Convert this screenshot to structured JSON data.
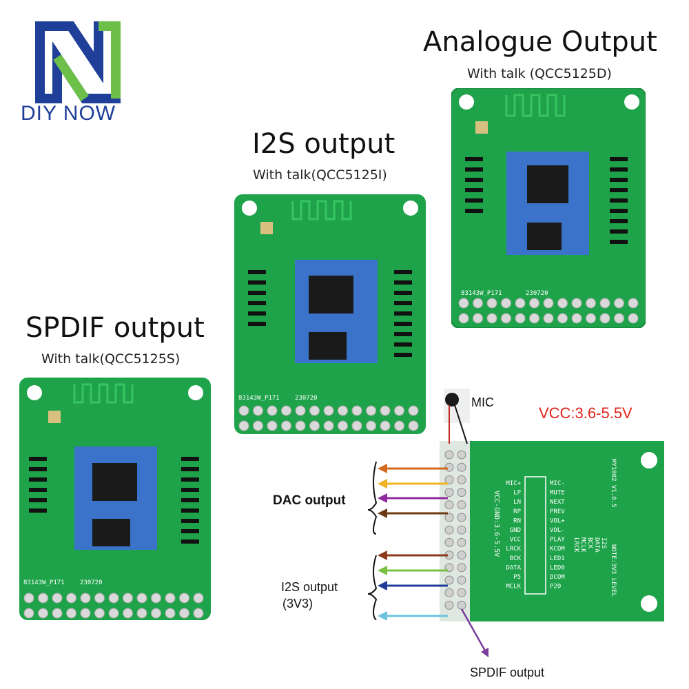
{
  "brand": {
    "name": "DIY NOW",
    "colors": {
      "blue": "#1f3f99",
      "green": "#6cc04a"
    }
  },
  "analogue": {
    "title": "Analogue Output",
    "subtitle": "With talk (QCC5125D)"
  },
  "i2s": {
    "title": "I2S output",
    "subtitle": "With talk(QCC5125I)"
  },
  "spdif": {
    "title": "SPDIF output",
    "subtitle": "With talk(QCC5125S)"
  },
  "board": {
    "code": "83143W_P171",
    "date": "230720",
    "pcb_color": "#1ea34a",
    "pin_left": [
      "MIC+",
      "LP",
      "LN",
      "RP",
      "RN",
      "GND",
      "VCC",
      "LRCK",
      "BCK",
      "DATA",
      "P5",
      "MCLK"
    ],
    "pin_right": [
      "MIC-",
      "MUTE",
      "NEXT",
      "PREV",
      "VOL+",
      "VOL-",
      "PLAY",
      "KCOM",
      "LED1",
      "LED0",
      "DCOM",
      "P20"
    ],
    "side_text": "VCC-GND:3.6-5.5V",
    "version": "MY1002 V1.0.5",
    "note": "NOTE:3V3 LEVEL",
    "i2s_block": [
      "I2S",
      "DATA",
      "BCK",
      "MCLK",
      "LRCK"
    ]
  },
  "diagram": {
    "mic_label": "MIC",
    "vcc_label": "VCC:3.6-5.5V",
    "dac_label": "DAC output",
    "i2s_label_line1": "I2S output",
    "i2s_label_line2": "(3V3)",
    "spdif_label": "SPDIF output",
    "arrow_colors": [
      "#d2691e",
      "#f0b323",
      "#8e2a9e",
      "#6b3a12",
      "#8b3a1a",
      "#7bc043",
      "#1f3c99",
      "#6cc3e0",
      "#7a3b9a"
    ]
  }
}
